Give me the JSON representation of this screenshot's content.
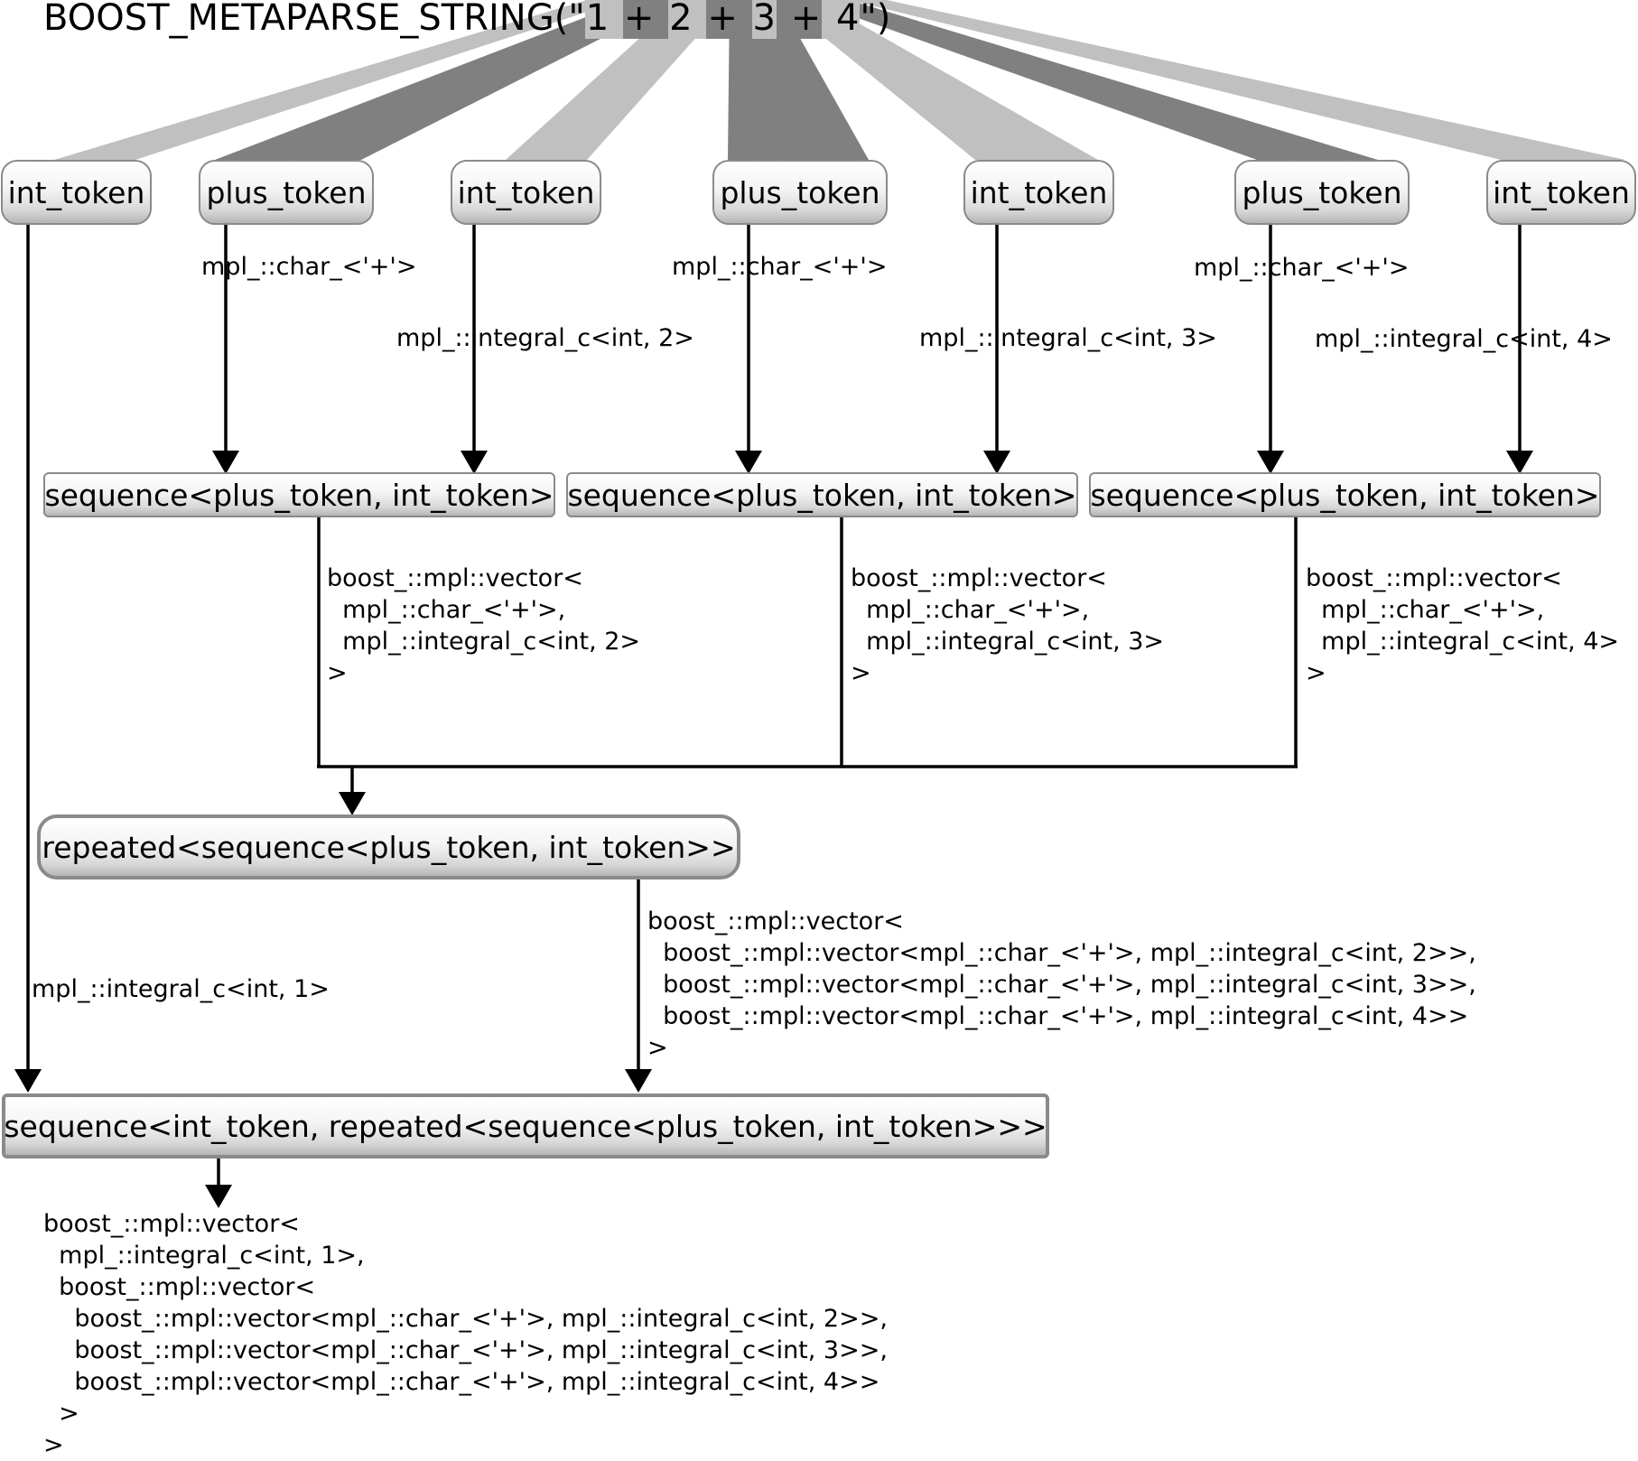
{
  "title": {
    "prefix": "BOOST_METAPARSE_STRING(\"",
    "chars": [
      "1",
      " ",
      "+",
      " ",
      "2",
      " ",
      "+",
      " ",
      "3",
      " ",
      "+",
      " ",
      "4"
    ],
    "suffix": "\")"
  },
  "tokens": [
    "int_token",
    "plus_token",
    "int_token",
    "plus_token",
    "int_token",
    "plus_token",
    "int_token"
  ],
  "sequences": [
    "sequence<plus_token, int_token>",
    "sequence<plus_token, int_token>",
    "sequence<plus_token, int_token>"
  ],
  "repeated": "repeated<sequence<plus_token, int_token>>",
  "root": "sequence<int_token, repeated<sequence<plus_token, int_token>>>",
  "edge_labels": {
    "plus": [
      "mpl_::char_<'+'>",
      "mpl_::char_<'+'>",
      "mpl_::char_<'+'>"
    ],
    "ints": [
      "mpl_::integral_c<int, 2>",
      "mpl_::integral_c<int, 3>",
      "mpl_::integral_c<int, 4>"
    ],
    "first_int": "mpl_::integral_c<int, 1>",
    "seq_results": [
      "boost_::mpl::vector<\n  mpl_::char_<'+'>,\n  mpl_::integral_c<int, 2>\n>",
      "boost_::mpl::vector<\n  mpl_::char_<'+'>,\n  mpl_::integral_c<int, 3>\n>",
      "boost_::mpl::vector<\n  mpl_::char_<'+'>,\n  mpl_::integral_c<int, 4>\n>"
    ],
    "repeated_result": "boost_::mpl::vector<\n  boost_::mpl::vector<mpl_::char_<'+'>, mpl_::integral_c<int, 2>>,\n  boost_::mpl::vector<mpl_::char_<'+'>, mpl_::integral_c<int, 3>>,\n  boost_::mpl::vector<mpl_::char_<'+'>, mpl_::integral_c<int, 4>>\n>",
    "final_result": "boost_::mpl::vector<\n  mpl_::integral_c<int, 1>,\n  boost_::mpl::vector<\n    boost_::mpl::vector<mpl_::char_<'+'>, mpl_::integral_c<int, 2>>,\n    boost_::mpl::vector<mpl_::char_<'+'>, mpl_::integral_c<int, 3>>,\n    boost_::mpl::vector<mpl_::char_<'+'>, mpl_::integral_c<int, 4>>\n  >\n>"
  },
  "colors": {
    "band_light": "#c0c0c0",
    "band_dark": "#808080",
    "wire": "#000000",
    "node_border": "#8a8a8a"
  }
}
